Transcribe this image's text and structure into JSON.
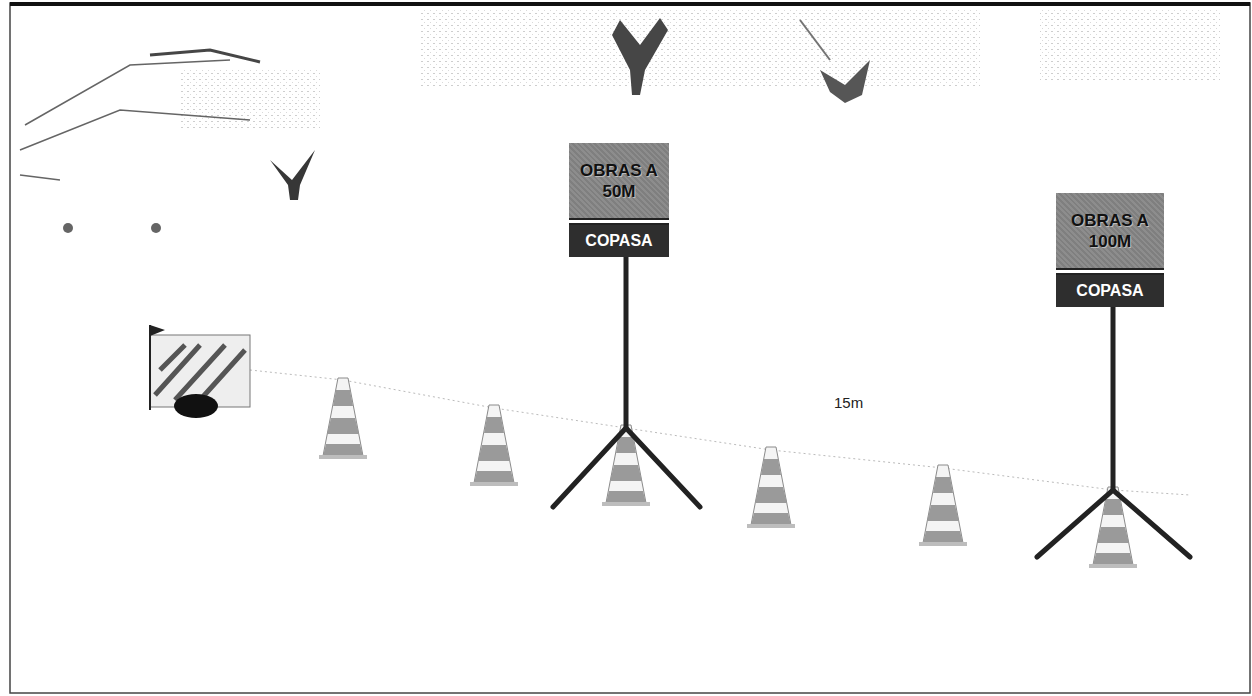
{
  "diagram": {
    "nodes": [
      {
        "text": [
          "OBRAS A 50M",
          "COPASA"
        ]
      },
      {
        "text": [
          "OBRAS A 100M",
          "COPASA"
        ]
      }
    ],
    "labels": [
      "15m"
    ]
  }
}
